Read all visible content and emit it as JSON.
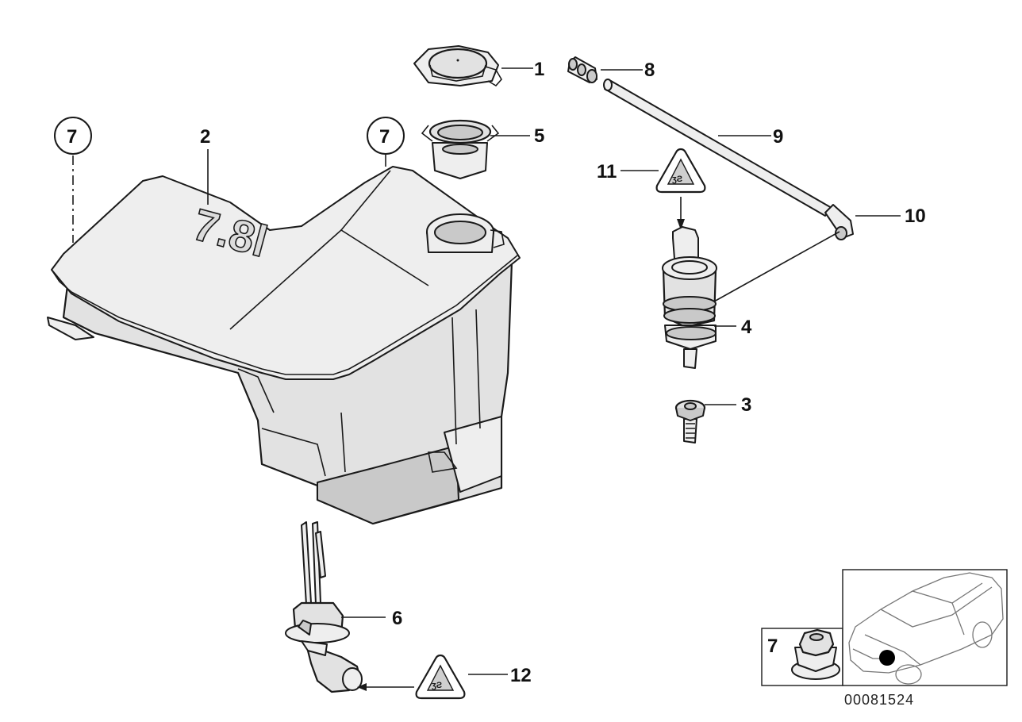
{
  "labels": {
    "p1": "1",
    "p2": "2",
    "p3": "3",
    "p4": "4",
    "p5": "5",
    "p6": "6",
    "p7a": "7",
    "p7b": "7",
    "p8": "8",
    "p9": "9",
    "p10": "10",
    "p11": "11",
    "p12": "12",
    "inset_part": "7"
  },
  "tank_marking": "7.8l",
  "diagram_code": "00081524",
  "colors": {
    "line": "#1a1a1a",
    "part_fill": "#e2e2e2",
    "marker": "#000000"
  },
  "icons": [
    "warning-triangle-icon",
    "warning-triangle-icon"
  ]
}
